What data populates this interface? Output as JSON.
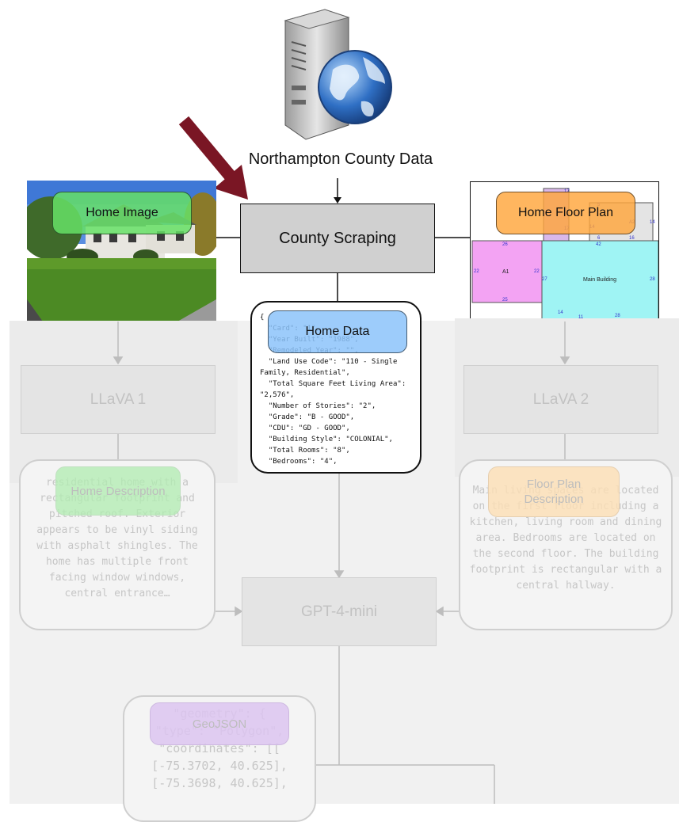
{
  "source": {
    "title": "Northampton County Data",
    "icon": "server-globe-icon"
  },
  "process": {
    "county_scraping": "County Scraping"
  },
  "labels": {
    "home_image": "Home Image",
    "home_floor_plan": "Home Floor Plan",
    "home_data": "Home Data",
    "home_description": "Home Description",
    "floor_plan_description": "Floor Plan\nDescription",
    "geojson": "GeoJSON"
  },
  "models": {
    "llava1": "LLaVA 1",
    "llava2": "LLaVA 2",
    "gpt": "GPT-4-mini"
  },
  "home_data_json": "{\n  \"Card\": \"1\",\n  \"Year Built\": \"1988\",\n  \"Remodeled Year\": \"\",\n  \"Land Use Code\": \"110 - Single Family, Residential\",\n  \"Total Square Feet Living Area\": \"2,576\",\n  \"Number of Stories\": \"2\",\n  \"Grade\": \"B - GOOD\",\n  \"CDU\": \"GD - GOOD\",\n  \"Building Style\": \"COLONIAL\",\n  \"Total Rooms\": \"8\",\n  \"Bedrooms\": \"4\",",
  "home_description_text": "residential home with a rectangular footprint and pitched roof. Exterior appears to be vinyl siding with asphalt shingles. The home has multiple front facing window windows, central entrance…",
  "floor_plan_description_text": "Main living spaces are located on the first floor including a kitchen, living room and dining area. Bedrooms are located on the second floor. The building footprint is rectangular with a central hallway.",
  "geojson_text": "\"geometry\": {\n\"type\": \"Polygon\",\n\"coordinates\": [[\n[-75.3702, 40.625],\n[-75.3698, 40.625],",
  "floorplan": {
    "main_building": "Main Building",
    "a1": "A1",
    "dims": [
      "17",
      "9",
      "5",
      "17",
      "14",
      "A2",
      "14",
      "6",
      "16",
      "42",
      "26",
      "22",
      "22",
      "27",
      "28",
      "25",
      "14",
      "28",
      "11"
    ]
  },
  "colors": {
    "arrow": "#7a1624",
    "home_image": "#66e066",
    "floor_plan": "#ffa63c",
    "home_data": "#8cc3fa",
    "geojson": "#dcc4f0",
    "process": "#d0d0d0"
  }
}
